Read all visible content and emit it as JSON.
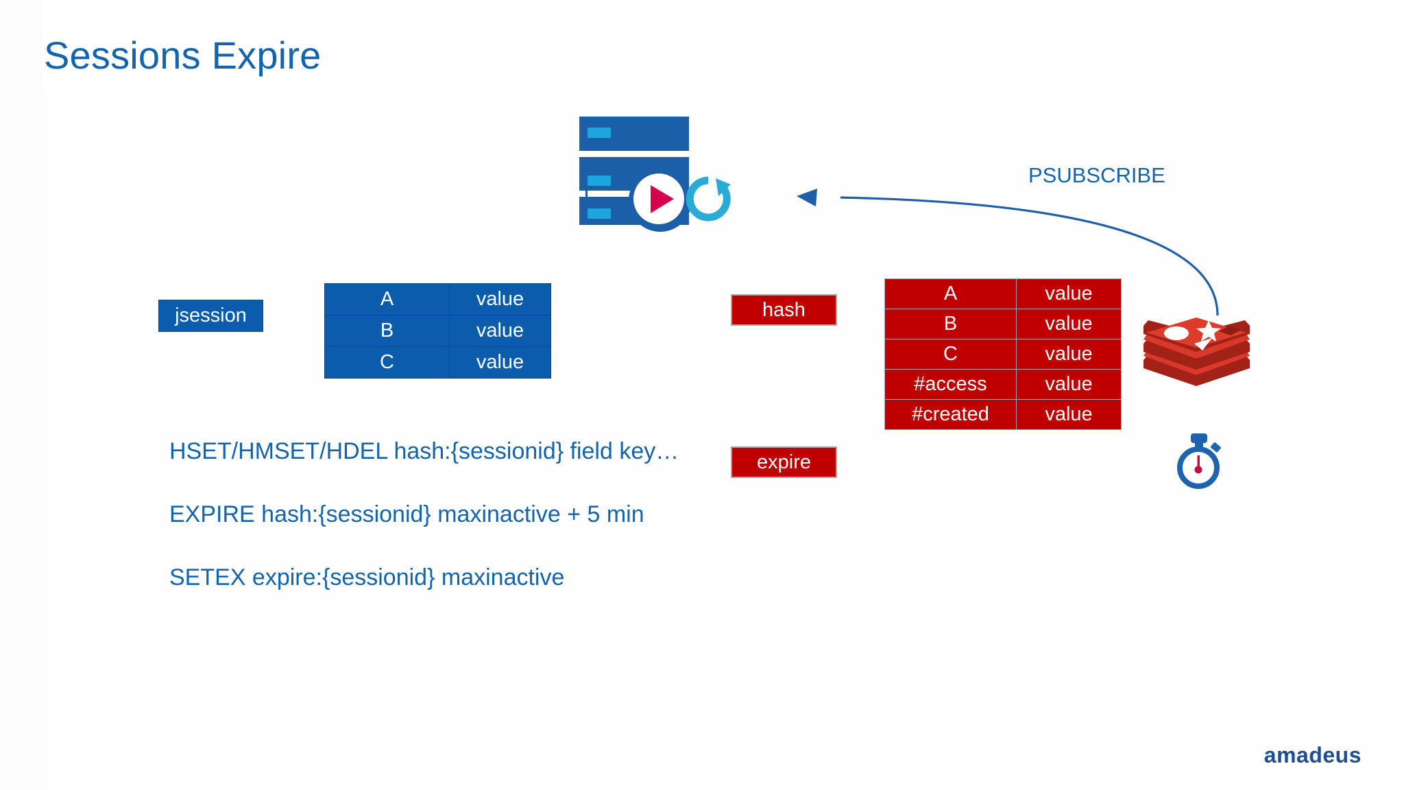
{
  "slide": {
    "title": "Sessions Expire",
    "brand": "amadeus",
    "accent_blue": "#1463ad",
    "table_blue": "#0b5cad",
    "table_red": "#c00000",
    "cyan": "#29abd8",
    "magenta": "#d6004f"
  },
  "labels": {
    "jsession": "jsession",
    "hash": "hash",
    "expire": "expire",
    "psubscribe": "PSUBSCRIBE"
  },
  "session_table": {
    "rows": [
      {
        "key": "A",
        "value": "value"
      },
      {
        "key": "B",
        "value": "value"
      },
      {
        "key": "C",
        "value": "value"
      }
    ]
  },
  "hash_table": {
    "rows": [
      {
        "key": "A",
        "value": "value"
      },
      {
        "key": "B",
        "value": "value"
      },
      {
        "key": "C",
        "value": "value"
      },
      {
        "key": "#access",
        "value": "value"
      },
      {
        "key": "#created",
        "value": "value"
      }
    ]
  },
  "commands": [
    "HSET/HMSET/HDEL hash:{sessionid} field key…",
    "EXPIRE hash:{sessionid} maxinactive + 5 min",
    "SETEX expire:{sessionid} maxinactive"
  ],
  "icons": {
    "server": "application-server-icon",
    "refresh": "refresh-cycle-icon",
    "redis": "redis-logo-icon",
    "stopwatch": "stopwatch-icon",
    "arrow": "curved-arrow-icon"
  }
}
